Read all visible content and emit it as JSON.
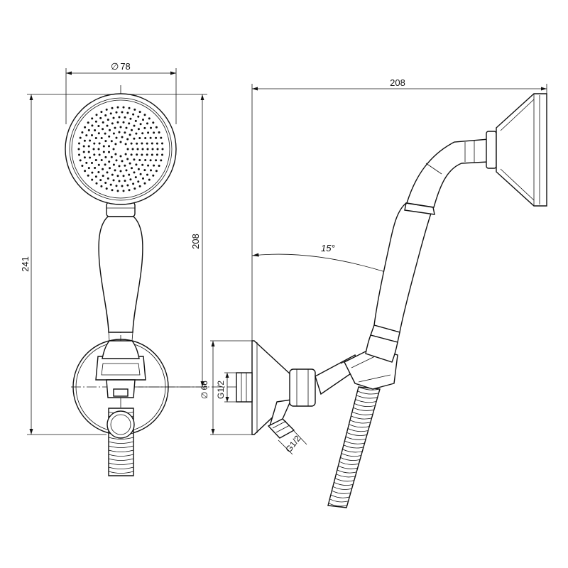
{
  "dimensions": {
    "head_diameter": "78",
    "overall_height": "241",
    "handle_height": "208",
    "side_width": "208",
    "tilt_angle": "15°",
    "flange_diameter": "66",
    "thread_outlet": "G1/2",
    "thread_inlet": "G1/2"
  },
  "symbols": {
    "diameter": "∅"
  }
}
